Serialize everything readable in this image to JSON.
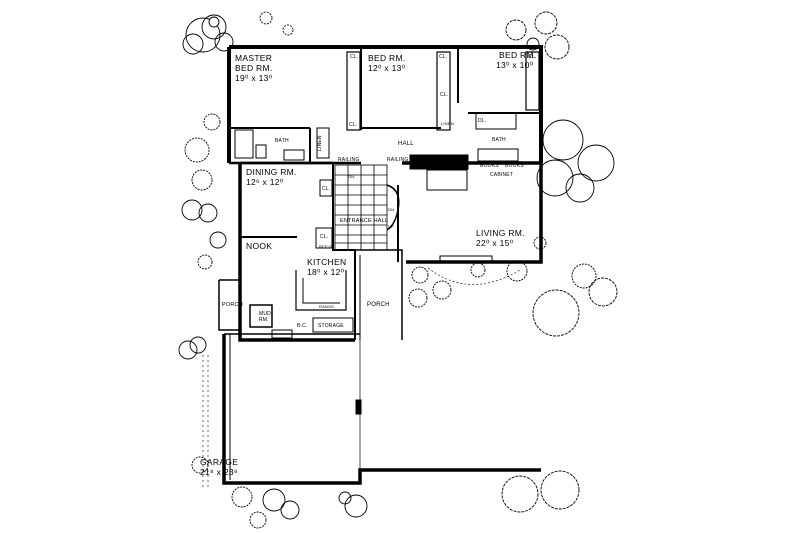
{
  "rooms": {
    "master_bed": {
      "name_line1": "MASTER",
      "name_line2": "BED RM.",
      "dims": "19⁰ x 13⁰"
    },
    "bed_center": {
      "name": "BED RM.",
      "dims": "12⁰ x 13⁰"
    },
    "bed_right": {
      "name": "BED RM.",
      "dims": "13⁰ x 10⁰"
    },
    "hall": {
      "name": "HALL"
    },
    "dining": {
      "name": "DINING RM.",
      "dims": "12⁶ x 12⁰"
    },
    "nook": {
      "name": "NOOK"
    },
    "kitchen": {
      "name": "KITCHEN",
      "dims": "18⁰ x 12⁰"
    },
    "entrance_hall": {
      "name": "ENTRANCE HALL"
    },
    "living": {
      "name": "LIVING RM.",
      "dims": "22⁰ x 15⁰"
    },
    "garage": {
      "name": "GARAGE",
      "dims": "21⁸ x 23⁸"
    },
    "porch_left": {
      "name": "PORCH"
    },
    "porch_center": {
      "name": "PORCH"
    },
    "mud_rm": {
      "name_line1": "MUD",
      "name_line2": "RM."
    }
  },
  "small_labels": {
    "bath_left": "BATH",
    "bath_right": "BATH",
    "linen": "LINEN",
    "linen_right": "LINEN",
    "cl": "CL.",
    "dl": "DL.",
    "railing_left": "RAILING",
    "railing_right": "RAILING",
    "books_left": "BOOKS",
    "books_right": "BOOKS",
    "cabinet": "CABINET",
    "refg": "REF'G",
    "storage": "STORAGE",
    "bc": "B.C.",
    "range": "RANGE",
    "dn": "DN.",
    "up": "UP"
  }
}
